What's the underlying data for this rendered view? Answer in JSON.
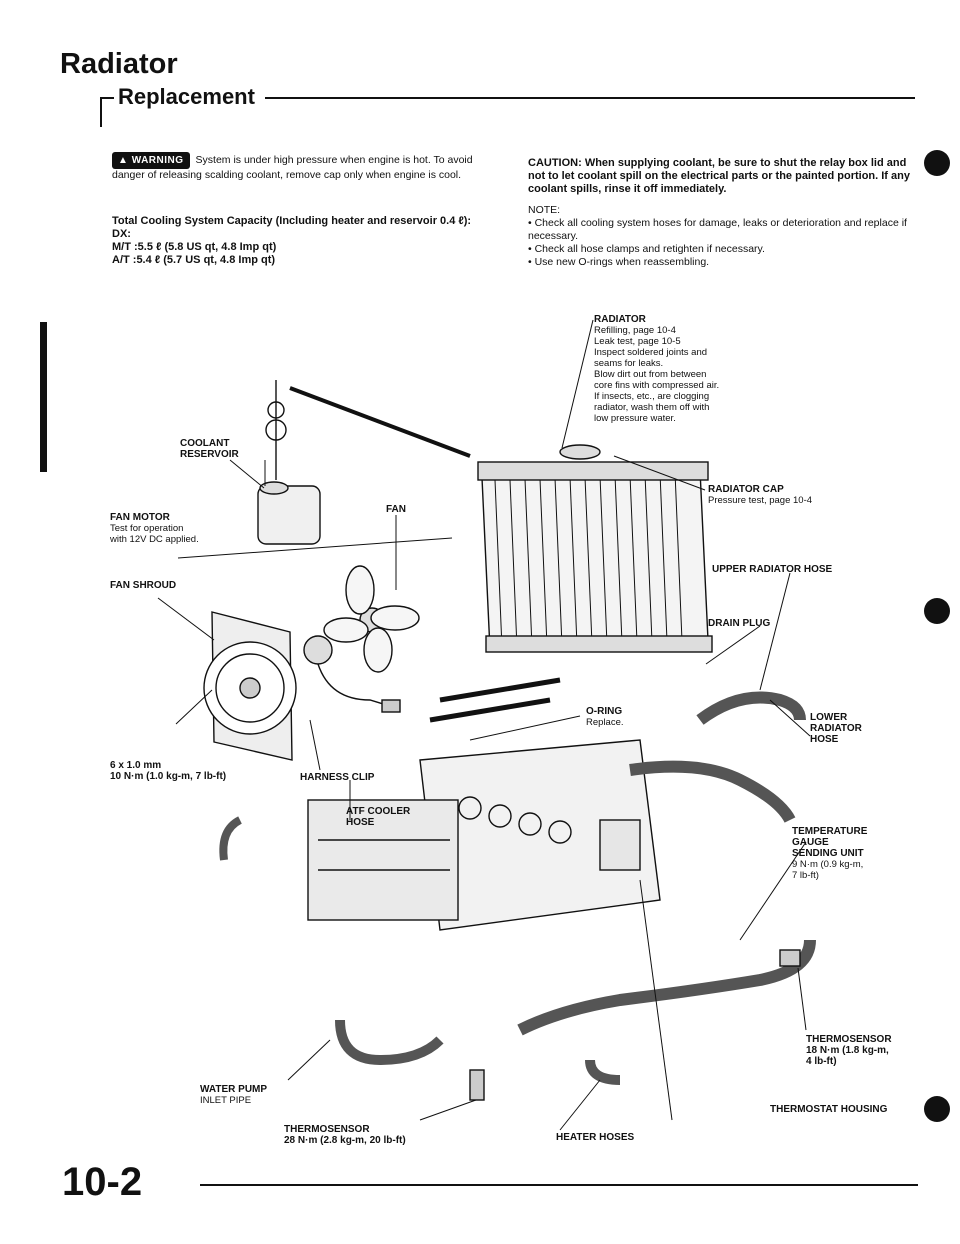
{
  "header": {
    "title": "Radiator",
    "section": "Replacement"
  },
  "warning": {
    "badge": "WARNING",
    "text": "System is under high pressure when engine is hot. To avoid danger of releasing scalding coolant, remove cap only when engine is cool."
  },
  "capacity": {
    "title": "Total Cooling System Capacity (Including heater and reservoir 0.4 ℓ):",
    "model": "DX:",
    "mt": "M/T :5.5 ℓ (5.8 US qt, 4.8 Imp qt)",
    "at": "A/T :5.4 ℓ (5.7 US qt, 4.8 Imp qt)"
  },
  "caution": {
    "text": "CAUTION: When supplying coolant, be sure to shut the relay box lid and not to let coolant spill on the electrical parts or the painted portion. If any coolant spills, rinse it off immediately."
  },
  "note": {
    "label": "NOTE:",
    "items": [
      "Check all cooling system hoses for damage, leaks or deterioration and replace if necessary.",
      "Check all hose clamps and retighten if necessary.",
      "Use new O-rings when reassembling."
    ]
  },
  "callouts": {
    "radiator": {
      "head": "RADIATOR",
      "lines": [
        "Refilling, page 10-4",
        "Leak test, page 10-5",
        "Inspect soldered joints and",
        "seams for leaks.",
        "Blow dirt out from between",
        "core fins with compressed air.",
        "If insects, etc., are clogging",
        "radiator, wash them off with",
        "low pressure water."
      ]
    },
    "coolant_reservoir": {
      "head1": "COOLANT",
      "head2": "RESERVOIR"
    },
    "radiator_cap": {
      "head": "RADIATOR CAP",
      "sub": "Pressure test, page 10-4"
    },
    "fan_motor": {
      "head": "FAN MOTOR",
      "sub1": "Test for operation",
      "sub2": "with 12V DC applied."
    },
    "fan": {
      "head": "FAN"
    },
    "upper_hose": {
      "head": "UPPER RADIATOR HOSE"
    },
    "fan_shroud": {
      "head": "FAN SHROUD"
    },
    "drain_plug": {
      "head": "DRAIN PLUG"
    },
    "o_ring": {
      "head": "O-RING",
      "sub": "Replace."
    },
    "lower_hose": {
      "head1": "LOWER",
      "head2": "RADIATOR",
      "head3": "HOSE"
    },
    "bolt": {
      "head1": "6 x 1.0 mm",
      "head2": "10 N·m (1.0 kg-m, 7 lb-ft)"
    },
    "harness_clip": {
      "head": "HARNESS CLIP"
    },
    "atf_hose": {
      "head1": "ATF COOLER",
      "head2": "HOSE"
    },
    "temp_gauge": {
      "head1": "TEMPERATURE",
      "head2": "GAUGE",
      "head3": "SENDING UNIT",
      "sub1": "9 N·m (0.9 kg-m,",
      "sub2": "7 lb-ft)"
    },
    "thermosensor_right": {
      "head": "THERMOSENSOR",
      "sub1": "18 N·m (1.8 kg-m,",
      "sub2": "4 lb-ft)"
    },
    "water_pump": {
      "head": "WATER PUMP",
      "sub": "INLET PIPE"
    },
    "thermostat_housing": {
      "head": "THERMOSTAT HOUSING"
    },
    "thermosensor_bottom": {
      "head": "THERMOSENSOR",
      "sub": "28 N·m (2.8 kg-m, 20 lb-ft)"
    },
    "heater_hoses": {
      "head": "HEATER HOSES"
    }
  },
  "footer": {
    "page": "10-2"
  }
}
